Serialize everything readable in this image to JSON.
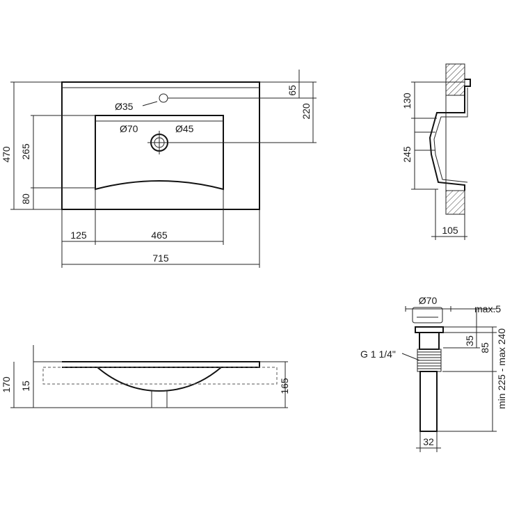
{
  "top_view": {
    "d_tap_hole": "Ø35",
    "d_drain_outer": "Ø70",
    "d_drain_inner": "Ø45",
    "h_total": "470",
    "h_bowl": "265",
    "h_front": "80",
    "h_tap": "65",
    "h_drain": "220",
    "w_left": "125",
    "w_bowl": "465",
    "w_total": "715"
  },
  "side_section": {
    "h_upper": "130",
    "h_lower": "245",
    "w_depth": "105"
  },
  "front_view": {
    "h_total": "170",
    "h_rim": "15",
    "h_bowl": "165"
  },
  "drain_view": {
    "d_cap": "Ø70",
    "max_gap": "max.5",
    "h_thread": "35",
    "h_body": "85",
    "range": "min 225 - max 240",
    "thread_label": "G 1 1/4\"",
    "w_pipe": "32"
  }
}
